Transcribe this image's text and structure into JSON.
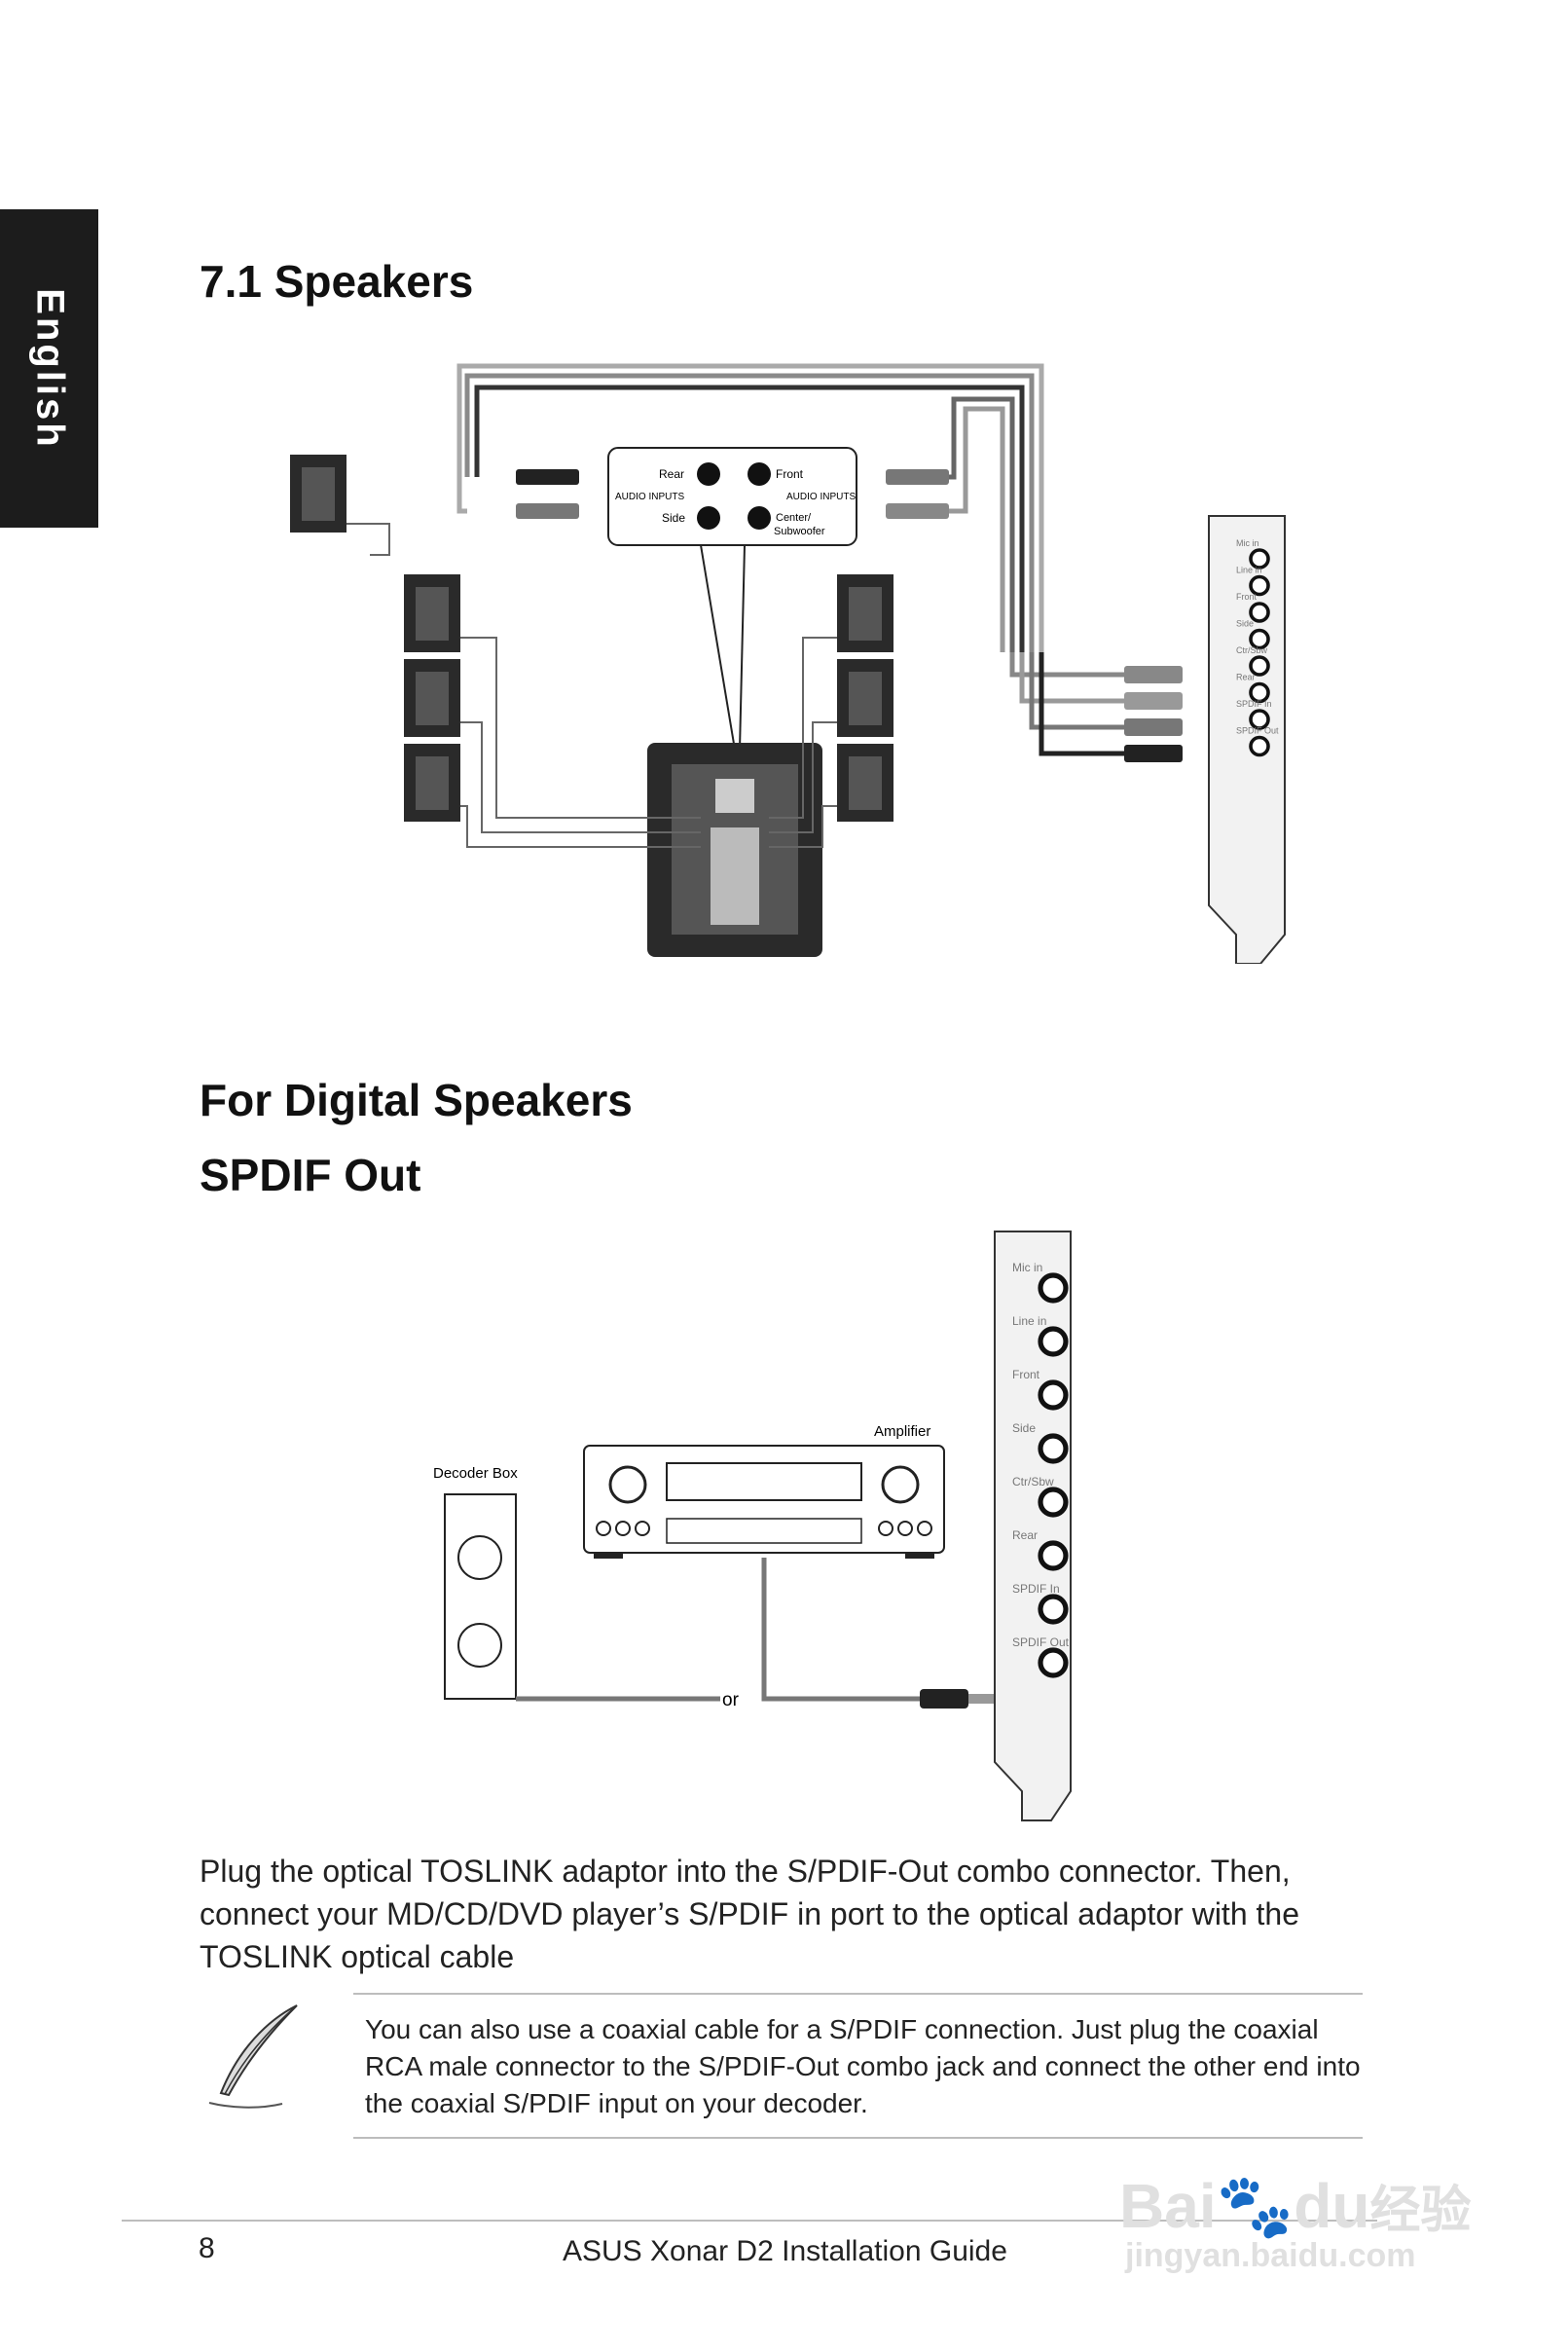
{
  "side_tab": {
    "label": "English"
  },
  "section1": {
    "title": "7.1 Speakers"
  },
  "diagram1": {
    "panel_labels": {
      "rear": "Rear",
      "front": "Front",
      "audio_inputs": "AUDIO INPUTS",
      "side": "Side",
      "center_sub_1": "Center/",
      "center_sub_2": "Subwoofer"
    },
    "card_ports": [
      "Mic in",
      "Line in",
      "Front",
      "Side",
      "Ctr/Sbw",
      "Rear",
      "SPDIF In",
      "SPDIF Out"
    ]
  },
  "section2": {
    "title": "For Digital Speakers",
    "subtitle": "SPDIF Out"
  },
  "diagram2": {
    "amplifier_label": "Amplifier",
    "decoder_label": "Decoder Box",
    "or_label": "or",
    "card_ports": [
      "Mic in",
      "Line in",
      "Front",
      "Side",
      "Ctr/Sbw",
      "Rear",
      "SPDIF In",
      "SPDIF Out"
    ]
  },
  "body_text": "Plug the optical TOSLINK adaptor into the S/PDIF-Out combo connector. Then, connect your MD/CD/DVD player’s S/PDIF in port to the optical adaptor with the TOSLINK optical cable",
  "note_text": "You can also use a coaxial cable for a S/PDIF connection. Just plug the coaxial RCA male connector to the S/PDIF-Out combo jack and connect the other end into the coaxial S/PDIF input on your decoder.",
  "footer": {
    "page_number": "8",
    "guide_title": "ASUS Xonar D2 Installation Guide"
  },
  "watermark": {
    "brand": "Bai",
    "brand_du": "du",
    "cn": "经验",
    "url": "jingyan.baidu.com"
  },
  "colors": {
    "tab_bg": "#1c1c1c",
    "text": "#1a1a1a",
    "rule": "#bdbdbd"
  }
}
